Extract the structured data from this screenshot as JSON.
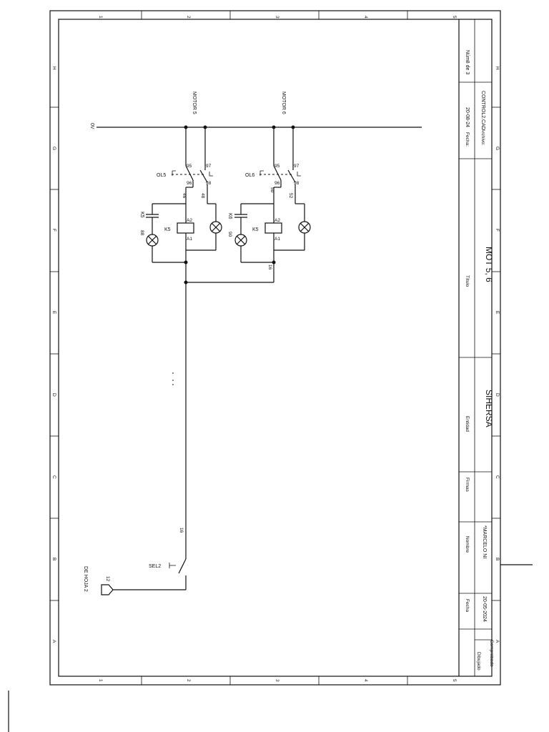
{
  "border": {
    "columns": [
      "1",
      "2",
      "3",
      "4",
      "5"
    ],
    "rows": [
      "A",
      "B",
      "C",
      "D",
      "E",
      "F",
      "G",
      "H"
    ]
  },
  "diagram": {
    "supply_label": "0V",
    "motor5_label": "MOTOR 5",
    "motor6_label": "MOTOR 6",
    "ol5": {
      "label": "OL5",
      "t95": "95",
      "t96": "96",
      "t97": "97",
      "t98": "98"
    },
    "ol6": {
      "label": "OL6",
      "t95": "95",
      "t96": "96",
      "t97": "97",
      "t98": "98"
    },
    "wires": {
      "w46": "46",
      "w48": "48",
      "w50": "50",
      "w52": "52",
      "w16a": "16",
      "w16b": "16",
      "w12": "12",
      "w88": "88",
      "w90": "90"
    },
    "coil5": {
      "contact_label": "K5",
      "coil_label": "K5",
      "a1": "A1",
      "a2": "A2"
    },
    "coil6": {
      "contact_label": "K6",
      "coil_label": "K5",
      "a1": "A1",
      "a2": "A2"
    },
    "sel_label": "SEL2",
    "from_sheet": "DE HOJA 2"
  },
  "title_block": {
    "sheet_num": "Núm8 de 3",
    "fecha_label": "Fecha:",
    "fecha_value": "20-08-24",
    "archivo_label": "Archivo:",
    "archivo_value": "CONTROL2.CAD",
    "titulo_label": "Título",
    "titulo_value": "MOT 5, 6",
    "entidad_label": "Entidad",
    "entidad_value": "SIHERSA",
    "firmas_label": "Firmas",
    "nombre_label": "Nombre",
    "nombre_value": "*MARCELO NI",
    "fecha2_label": "Fecha",
    "fecha2_value": "20-05-2024",
    "dibujado_label": "Dibujado",
    "comprobado_label": "Comprobado"
  }
}
